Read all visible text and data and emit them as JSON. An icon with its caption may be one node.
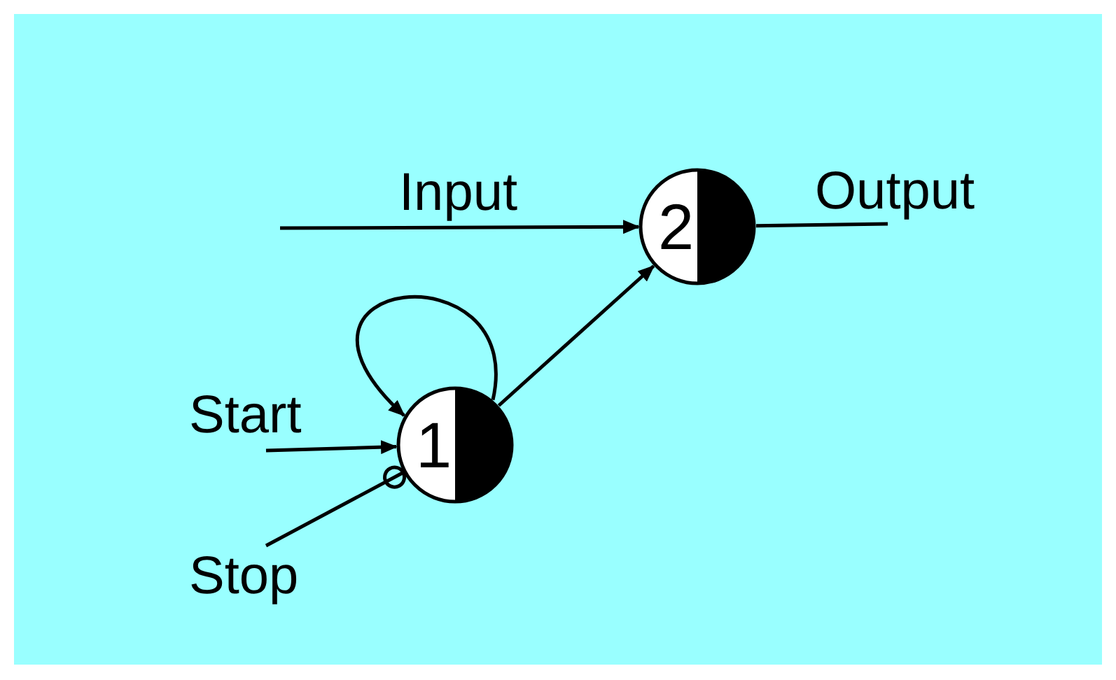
{
  "diagram": {
    "nodes": [
      {
        "text": [
          "1"
        ]
      },
      {
        "text": [
          "2"
        ]
      }
    ],
    "edges": [
      {
        "from": null,
        "to": 1,
        "arrow": "to",
        "label": "Input"
      },
      {
        "from": 0,
        "to": 1,
        "arrow": "to"
      },
      {
        "from": 0,
        "to": 0,
        "arrow": "to"
      },
      {
        "from": null,
        "to": 0,
        "arrow": "to",
        "label": "Start"
      },
      {
        "from": null,
        "to": 0,
        "arrow": "other",
        "label": "Stop"
      },
      {
        "from": 1,
        "to": null,
        "arrow": "none",
        "label": "Output"
      }
    ]
  }
}
